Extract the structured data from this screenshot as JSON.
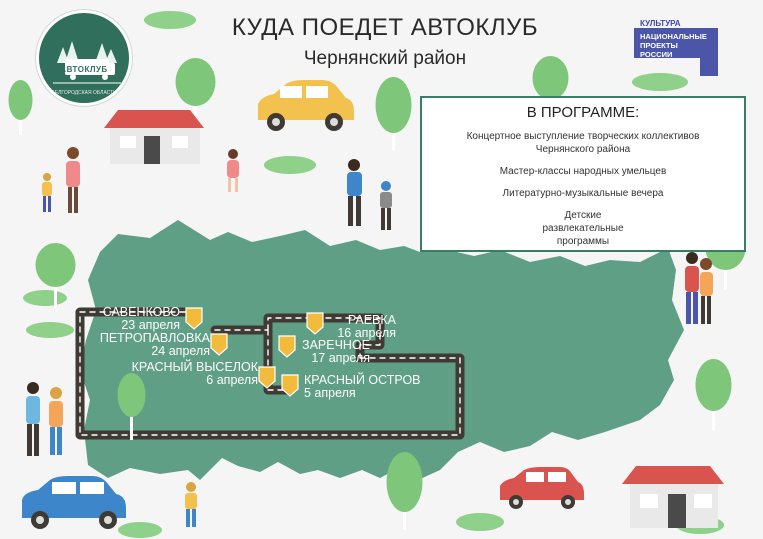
{
  "header": {
    "title": "КУДА ПОЕДЕТ АВТОКЛУБ",
    "subtitle": "Чернянский район"
  },
  "logo": {
    "name": "АВТОКЛУБ",
    "region": "БЕЛГОРОДСКАЯ ОБЛАСТЬ"
  },
  "national_projects": {
    "top": "КУЛЬТУРА",
    "lines": [
      "НАЦИОНАЛЬНЫЕ",
      "ПРОЕКТЫ",
      "РОССИИ"
    ]
  },
  "program": {
    "heading": "В ПРОГРАММЕ:",
    "items": [
      "Концертное выступление творческих коллективов Чернянского района",
      "Мастер-классы народных умельцев",
      "Литературно-музыкальные  вечера",
      "Детские развлекательные программы"
    ]
  },
  "places": [
    {
      "name": "САВЕНКОВО",
      "date": "23 апреля"
    },
    {
      "name": "ПЕТРОПАВЛОВКА",
      "date": "24 апреля"
    },
    {
      "name": "КРАСНЫЙ ВЫСЕЛОК",
      "date": "6 апреля"
    },
    {
      "name": "РАЕВКА",
      "date": "16 апреля"
    },
    {
      "name": "ЗАРЕЧНОЕ",
      "date": "17 апреля"
    },
    {
      "name": "КРАСНЫЙ ОСТРОВ",
      "date": "5 апреля"
    }
  ],
  "colors": {
    "map_fill": "#5f9f86",
    "road": "#3f3a34",
    "pin": "#f2bb3c",
    "tree": "#7ec67a",
    "program_border": "#3a7d66",
    "car_yellow": "#f3c14d",
    "car_blue": "#3c86c9",
    "car_red": "#d9534f",
    "logo": "#2f6f5b",
    "np_blue": "#4b56a8"
  }
}
